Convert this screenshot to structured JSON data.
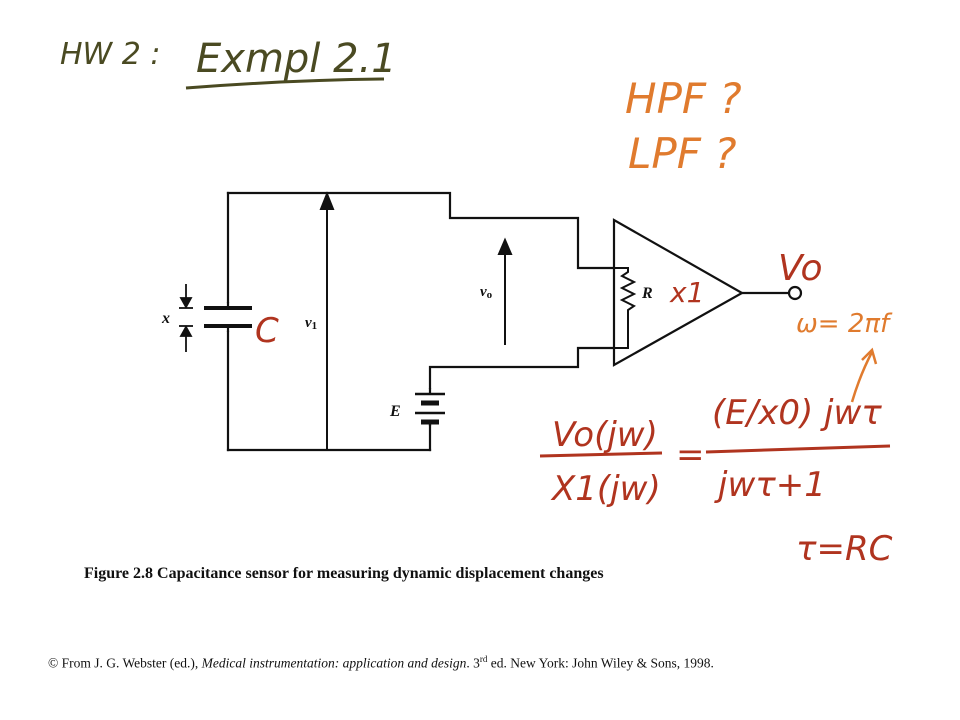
{
  "circuit": {
    "labels": {
      "x": "x",
      "v1": "v",
      "v1_sub": "1",
      "vo": "v",
      "vo_sub": "o",
      "R": "R",
      "E": "E"
    }
  },
  "annotations": {
    "hw": "HW 2 :",
    "example": "Exmpl 2.1",
    "hpf": "HPF ?",
    "lpf": "LPF ?",
    "C": "C",
    "x1": "x1",
    "Vo": "Vo",
    "omega": "ω= 2πf",
    "lhs_num": "Vo(jw)",
    "lhs_den": "X1(jw)",
    "eq": "=",
    "rhs_num": "(E/x0) jwτ",
    "rhs_den": "jwτ+1",
    "tau": "τ=RC"
  },
  "caption": "Figure 2.8  Capacitance sensor for measuring dynamic displacement  changes",
  "credit": {
    "prefix": "© From J. G. Webster (ed.), ",
    "title": "Medical instrumentation: application and design",
    "edition": ". 3",
    "sup": "rd",
    "suffix": " ed. New York: John Wiley & Sons, 1998."
  },
  "colors": {
    "olive": "#4a4a22",
    "orange": "#e07b2e",
    "red": "#b0341f",
    "ink": "#111111"
  }
}
